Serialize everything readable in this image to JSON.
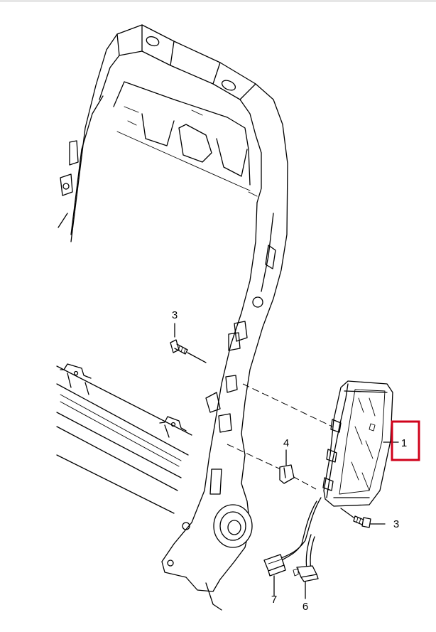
{
  "callouts": {
    "part_1": "1",
    "part_3_upper": "3",
    "part_3_lower": "3",
    "part_4": "4",
    "part_6": "6",
    "part_7": "7"
  },
  "highlight": {
    "color": "#d0021b",
    "target": "1"
  }
}
